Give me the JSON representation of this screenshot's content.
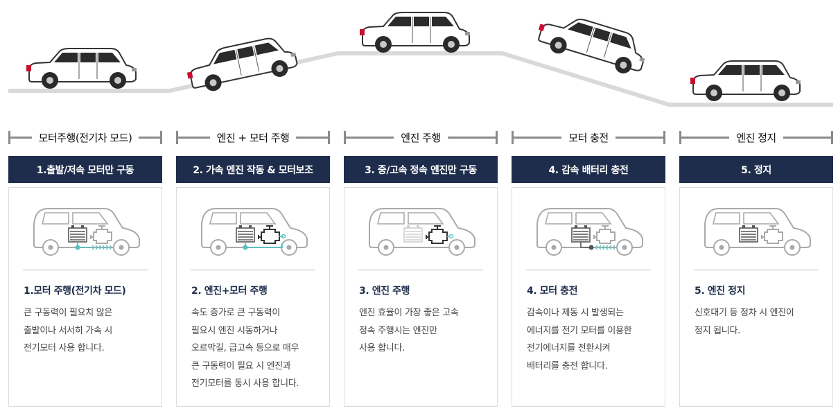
{
  "stages": [
    {
      "phase": "모터주행(전기차 모드)",
      "step": "1.출발/저속 모터만 구동",
      "title": "1.모터 주행(전기차 모드)",
      "desc": "큰 구동력이 필요치 않은\n출발이나 서서히 가속 시\n전기모터 사용 합니다.",
      "battery_active": true,
      "engine_active": false,
      "flow": "battery-to-wheel"
    },
    {
      "phase": "엔진 + 모터 주행",
      "step": "2. 가속 엔진 작동 & 모터보조",
      "title": "2. 엔진+모터 주행",
      "desc": "속도 증가로 큰 구동력이\n필요시 엔진 시동하거나\n오르막길, 급고속 등으로 매우\n큰 구동력이 필요 시 엔진과\n전기모터를 동시 사용 합니다.",
      "battery_active": true,
      "engine_active": true,
      "flow": "battery-and-engine-to-wheel"
    },
    {
      "phase": "엔진 주행",
      "step": "3. 중/고속 정속 엔진만 구동",
      "title": "3. 엔진 주행",
      "desc": "엔진 효율이 가장 좋은 고속\n정속 주행시는 엔진만\n사용 합니다.",
      "battery_active": false,
      "engine_active": true,
      "flow": "engine-to-wheel"
    },
    {
      "phase": "모터 충전",
      "step": "4. 감속 배터리 충전",
      "title": "4. 모터 충전",
      "desc": "감속이나 제동 시 발생되는\n에너지를 전기 모터를 이용한\n전기에너지를 전환시켜\n배터리를 충전 합니다.",
      "battery_active": true,
      "engine_active": false,
      "flow": "wheel-to-battery"
    },
    {
      "phase": "엔진 정지",
      "step": "5. 정지",
      "title": "5. 엔진 정지",
      "desc": "신호대기 등 정차 시 엔진이\n정지 됩니다.",
      "battery_active": true,
      "engine_active": false,
      "flow": "none"
    }
  ],
  "colors": {
    "navy": "#1f2d4c",
    "flow_teal": "#58c1c0",
    "road": "#d9d9d9",
    "outline": "#a9a9a9"
  },
  "icons": [
    "suv-car-icon",
    "battery-icon",
    "engine-icon",
    "wheel-icon"
  ]
}
